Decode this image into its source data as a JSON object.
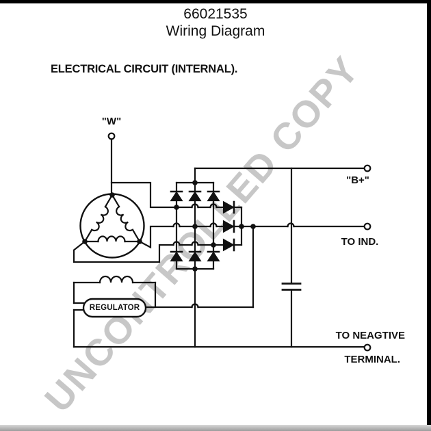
{
  "page": {
    "part_number": "66021535",
    "subtitle": "Wiring Diagram",
    "section_heading": "ELECTRICAL CIRCUIT (INTERNAL)."
  },
  "watermark": {
    "text": "UNCONTROLLED COPY",
    "color": "#c7c7c7"
  },
  "diagram": {
    "labels": {
      "w_terminal": "\"W\"",
      "b_plus_terminal": "\"B+\"",
      "to_ind": "TO IND.",
      "negative_line1": "TO NEAGTIVE",
      "negative_line2": "TERMINAL.",
      "regulator": "REGULATOR"
    },
    "components": {
      "stator": "delta-stator-winding-icon",
      "rectifier": "nine-diode-rectifier-bridge-icon",
      "field_coil": "inductor-coil-icon",
      "capacitor": "capacitor-icon",
      "regulator": "regulator-box",
      "terminals": [
        "W",
        "B+",
        "TO IND.",
        "NEGATIVE"
      ]
    },
    "colors": {
      "line": "#111111",
      "background": "#ffffff",
      "border": "#000000",
      "watermark": "#c7c7c7"
    }
  }
}
